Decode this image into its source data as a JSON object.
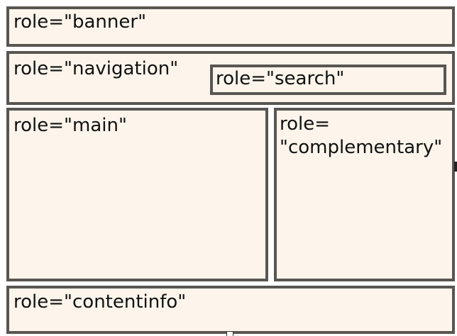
{
  "regions": {
    "banner": {
      "label": "role=\"banner\""
    },
    "navigation": {
      "label": "role=\"navigation\""
    },
    "search": {
      "label": "role=\"search\""
    },
    "main": {
      "label": "role=\"main\""
    },
    "complementary": {
      "label": "role=\n\"complementary\""
    },
    "contentinfo": {
      "label": "role=\"contentinfo\""
    }
  },
  "colors": {
    "border": "#595652",
    "fill": "#fdf5eb",
    "text": "#111111"
  }
}
